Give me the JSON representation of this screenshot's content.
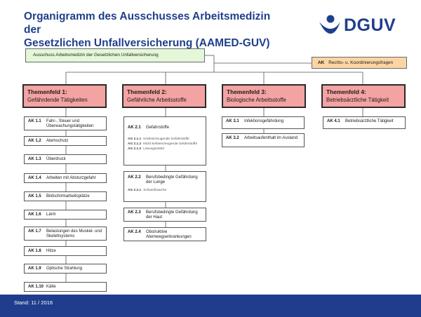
{
  "header": {
    "title_line1": "Organigramm des Ausschusses Arbeitsmedizin  der",
    "title_line2": "Gesetzlichen Unfallversicherung (AAMED-GUV)",
    "logo_text": "DGUV",
    "logo_color": "#1f3f8c"
  },
  "root": {
    "label": "Ausschuss Arbeitsmedizin der Gesetzlichen Unfallversicherung"
  },
  "koordination": {
    "code": "AK",
    "label": "Rechts- u. Koordinierungsfragen"
  },
  "themes": [
    {
      "title": "Themenfeld 1:",
      "subtitle": "Gefährdende Tätigkeiten"
    },
    {
      "title": "Themenfeld 2:",
      "subtitle": "Gefährliche Arbeitsstoffe"
    },
    {
      "title": "Themenfeld 3:",
      "subtitle": "Biologische Arbeitsstoffe"
    },
    {
      "title": "Themenfeld 4:",
      "subtitle": "Betriebsärztliche Tätigkeit"
    }
  ],
  "col1": [
    {
      "code": "AK 1.1",
      "label": "Fahr-, Steuer und Überwachungstätigkeiten"
    },
    {
      "code": "AK 1.2",
      "label": "Atemschutz"
    },
    {
      "code": "AK 1.3",
      "label": "Überdruck"
    },
    {
      "code": "AK 1.4",
      "label": "Arbeiten mit Absturzgefahr"
    },
    {
      "code": "AK 1.5",
      "label": "Bildschirmarbeitsplätze"
    },
    {
      "code": "AK 1.6",
      "label": "Lärm"
    },
    {
      "code": "AK 1.7",
      "label": "Belastungen des Muskel- und Skelettsystems"
    },
    {
      "code": "AK 1.8",
      "label": "Hitze"
    },
    {
      "code": "AK 1.9",
      "label": "Optische Strahlung"
    },
    {
      "code": "AK 1.10",
      "label": "Kälte"
    }
  ],
  "col2": [
    {
      "code": "AK 2.1",
      "label": "Gefahrstoffe",
      "subs": [
        {
          "code": "AG 2.1.1",
          "label": "Krebserzeugende Gefahrstoffe"
        },
        {
          "code": "AG 2.1.2",
          "label": "Nicht krebserzeugende Gefahrstoffe"
        },
        {
          "code": "AG 2.1.3",
          "label": "Lösungsmittel"
        }
      ]
    },
    {
      "code": "AK 2.2",
      "label": "Berufsbedingte Gefährdung der Lunge",
      "subs": [
        {
          "code": "AG 2.2.1",
          "label": "Schweißrauche"
        }
      ]
    },
    {
      "code": "AK 2.3",
      "label": "Berufsbedingte Gefährdung der Haut"
    },
    {
      "code": "AK 2.4",
      "label": "Obstruktive Atemwegserkrankungen"
    }
  ],
  "col3": [
    {
      "code": "AK 3.1",
      "label": "Infektionsgefährdung"
    },
    {
      "code": "AK 3.2",
      "label": "Arbeitsaufenthalt im Ausland"
    }
  ],
  "col4": [
    {
      "code": "AK 4.1",
      "label": "Betriebsärztliche Tätigkeit"
    }
  ],
  "footer": {
    "stand": "Stand: 11 / 2016"
  },
  "colors": {
    "theme_fill": "#f4a3a3",
    "root_fill": "#e4f7d8",
    "koord_fill": "#fcd5a4",
    "footer_fill": "#1f3d8c"
  }
}
